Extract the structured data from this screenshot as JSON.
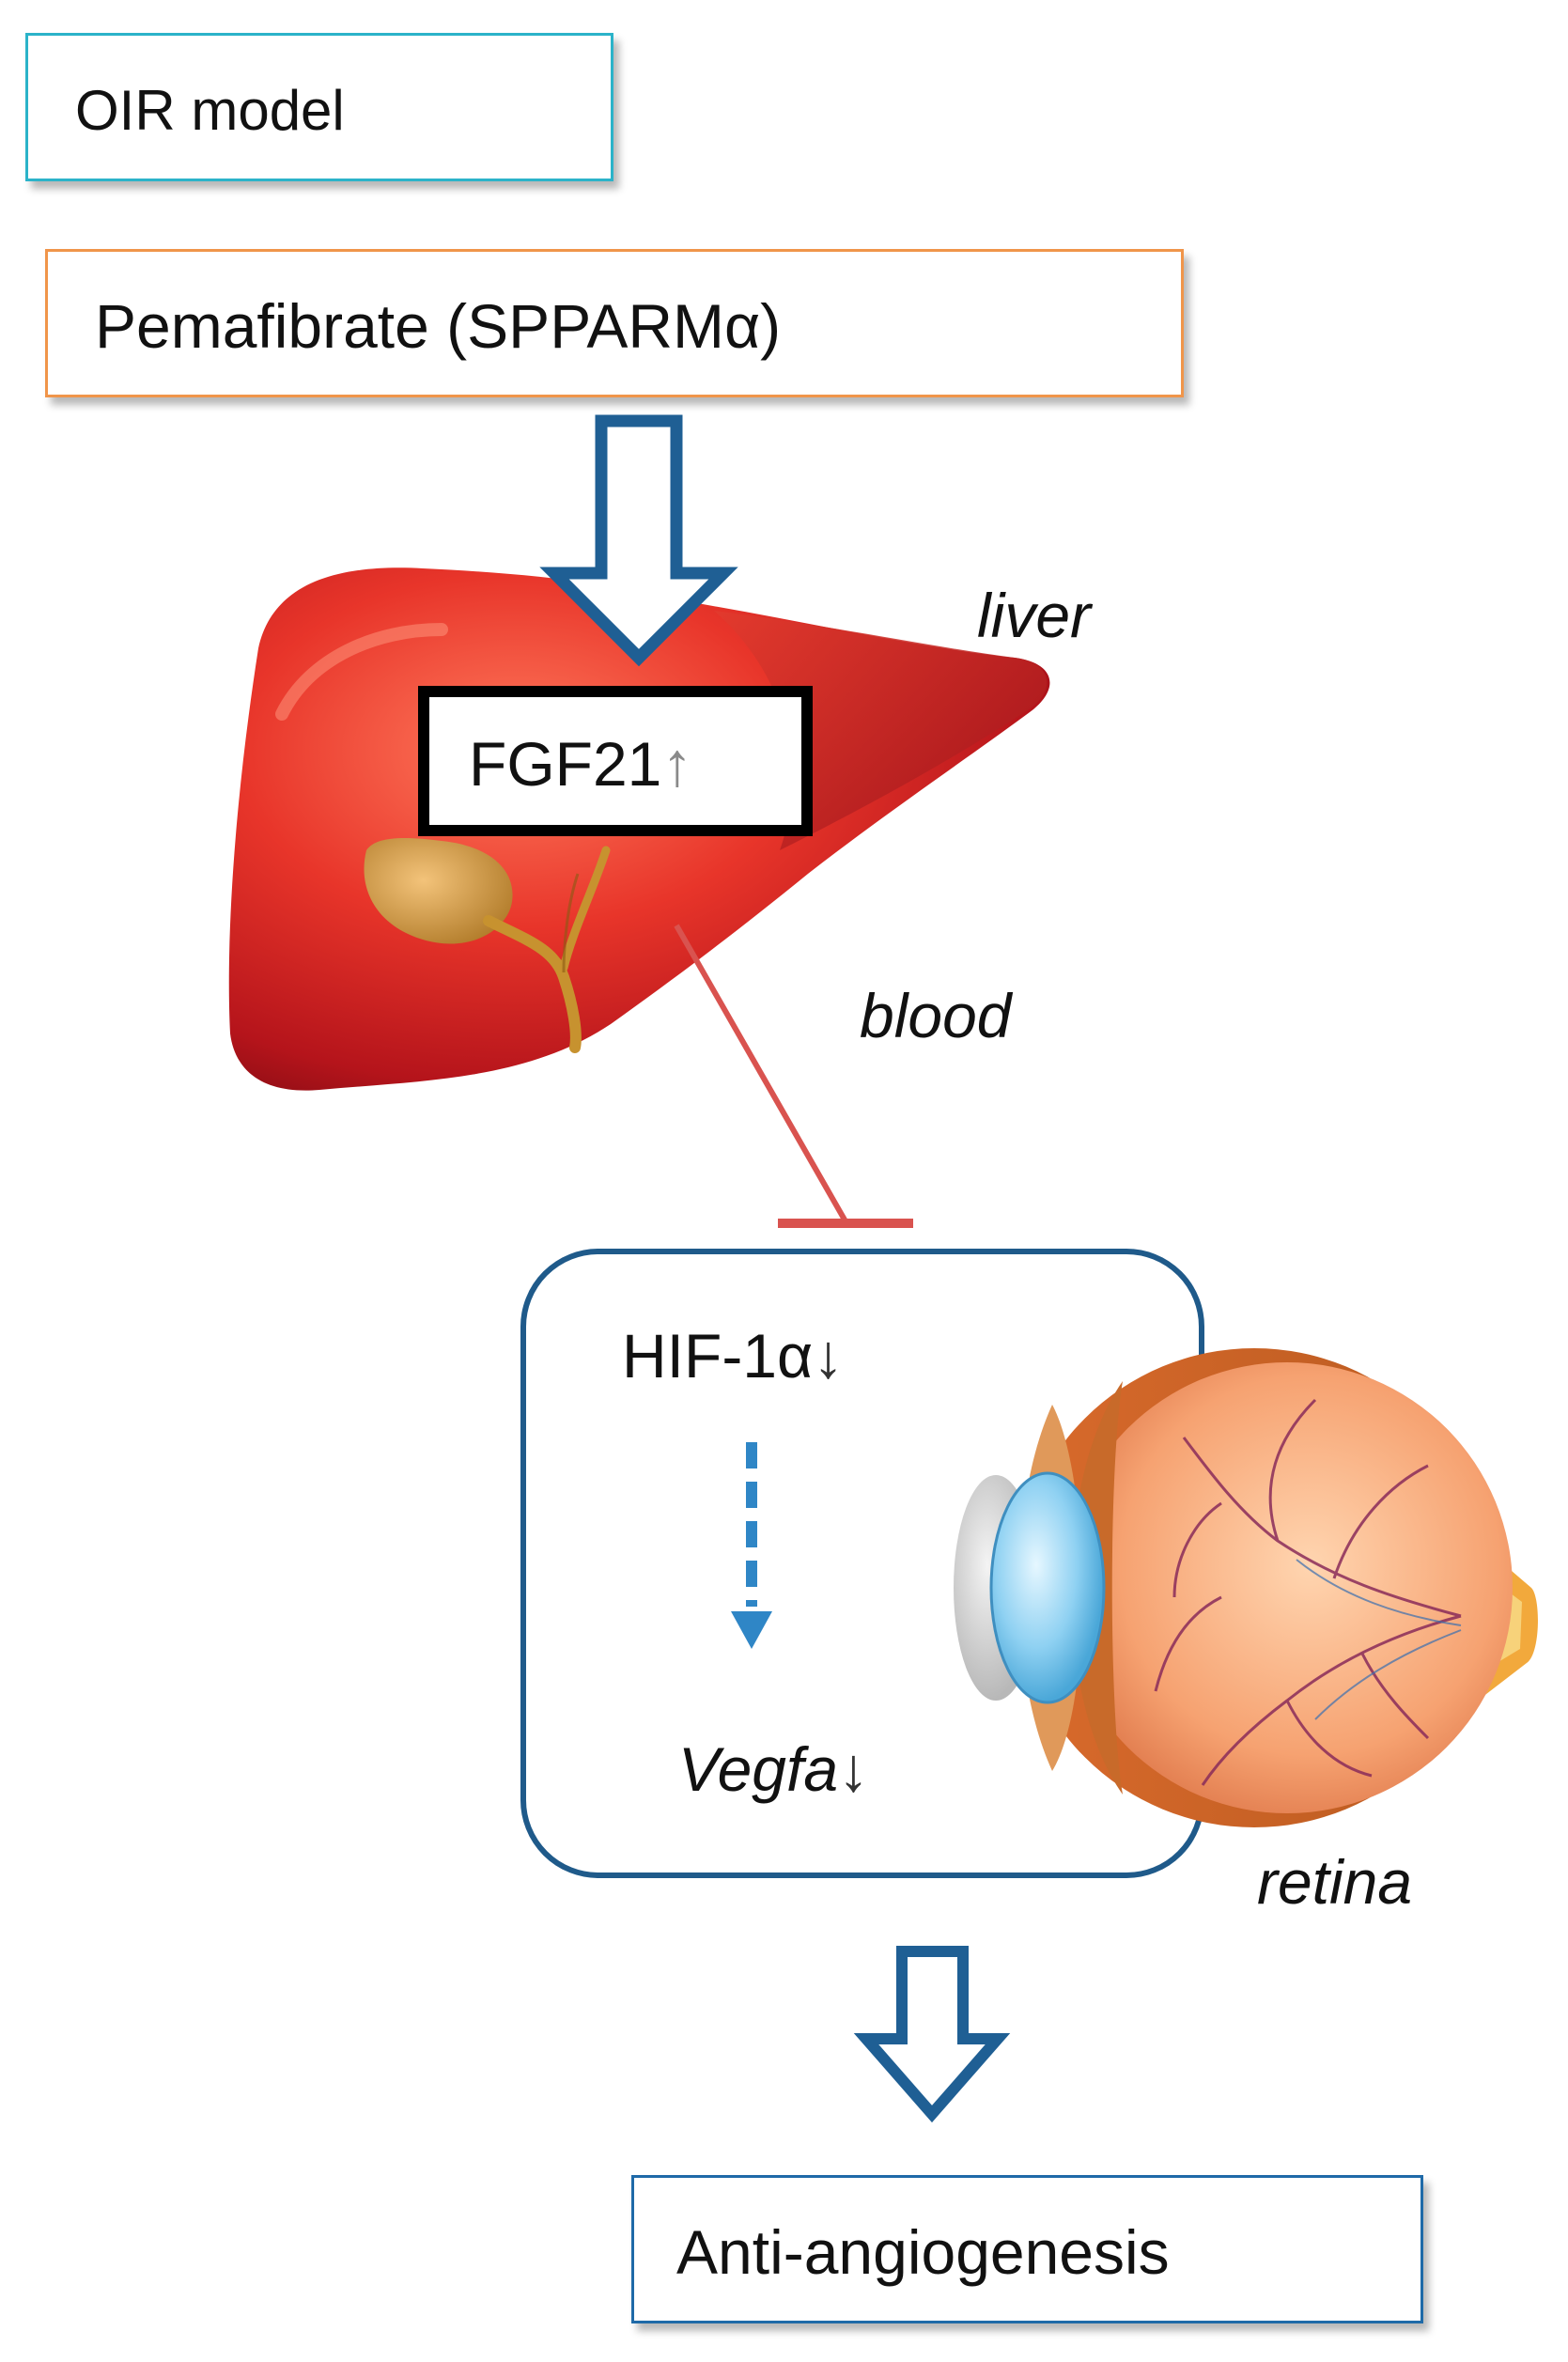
{
  "boxes": {
    "model": {
      "label": "OIR  model"
    },
    "drug": {
      "label": "Pemafibrate (SPPARMα)"
    },
    "fgf21": {
      "label": "FGF21",
      "arrow": "↑"
    },
    "retina_box": {
      "hif": {
        "label": "HIF-1α",
        "arrow": "↓"
      },
      "vegfa": {
        "label": "Vegfa",
        "arrow": "↓"
      }
    },
    "outcome": {
      "label": "Anti-angiogenesis"
    }
  },
  "annotations": {
    "liver": "liver",
    "blood": "blood",
    "retina": "retina"
  },
  "colors": {
    "model_border": "#2bb3c9",
    "drug_border": "#f0954a",
    "fgf21_border": "#000000",
    "retina_box_border": "#1f5a8a",
    "outcome_border": "#1f6aa8",
    "hollow_arrow": "#1f5f94",
    "dashed_arrow": "#2f86c6",
    "inhibition": "#d9534f"
  },
  "icons": [
    "liver-illustration",
    "eye-illustration",
    "hollow-down-arrow",
    "dashed-down-arrow",
    "inhibition-bar"
  ]
}
